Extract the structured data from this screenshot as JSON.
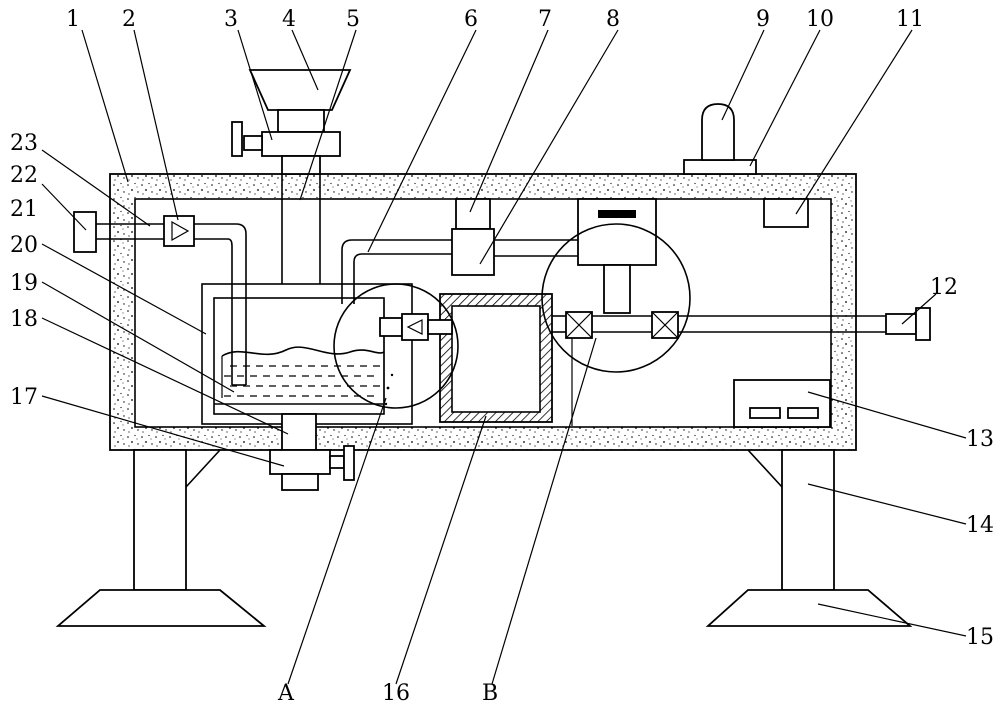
{
  "part_labels": [
    "1",
    "2",
    "3",
    "4",
    "5",
    "6",
    "7",
    "8",
    "9",
    "10",
    "11",
    "12",
    "13",
    "14",
    "15",
    "16",
    "17",
    "18",
    "19",
    "20",
    "21",
    "22",
    "23"
  ],
  "detail_labels": [
    "A",
    "B"
  ]
}
